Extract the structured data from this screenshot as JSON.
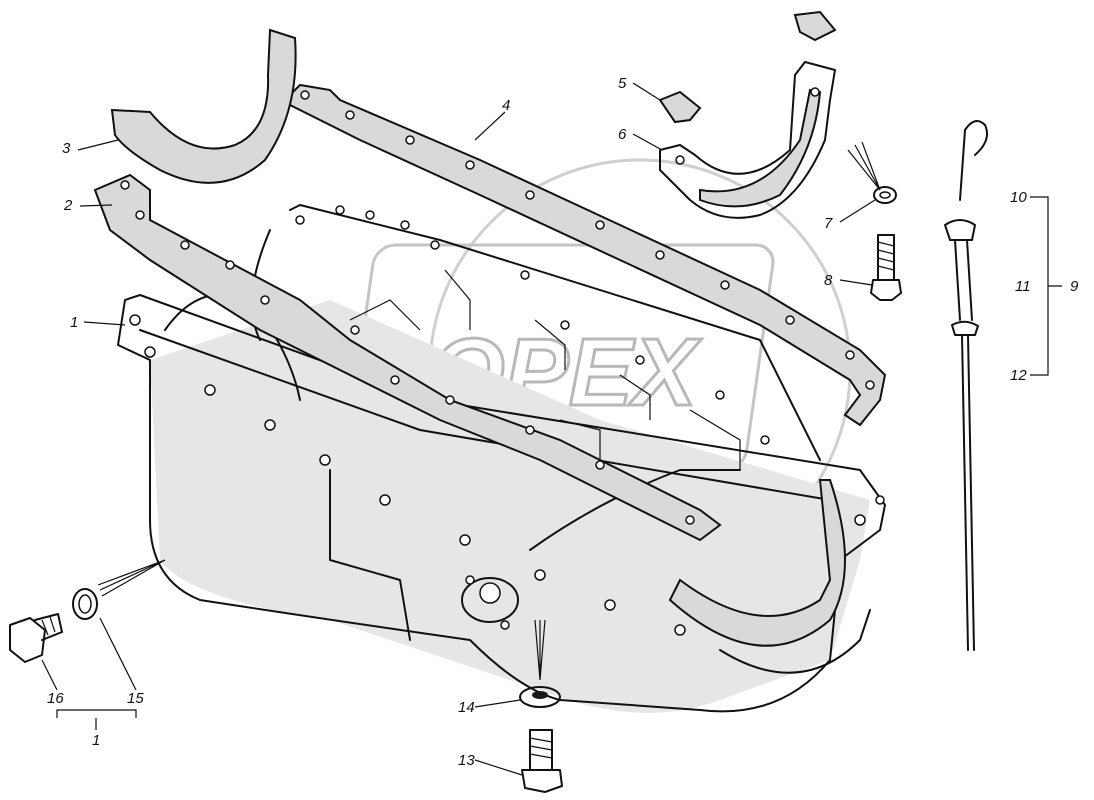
{
  "watermark": "OPEX",
  "callouts": [
    {
      "id": "1",
      "text": "1"
    },
    {
      "id": "2",
      "text": "2"
    },
    {
      "id": "3",
      "text": "3"
    },
    {
      "id": "4",
      "text": "4"
    },
    {
      "id": "5",
      "text": "5"
    },
    {
      "id": "6",
      "text": "6"
    },
    {
      "id": "7",
      "text": "7"
    },
    {
      "id": "8",
      "text": "8"
    },
    {
      "id": "9",
      "text": "9"
    },
    {
      "id": "10",
      "text": "10"
    },
    {
      "id": "11",
      "text": "11"
    },
    {
      "id": "12",
      "text": "12"
    },
    {
      "id": "13",
      "text": "13"
    },
    {
      "id": "14",
      "text": "14"
    },
    {
      "id": "15",
      "text": "15"
    },
    {
      "id": "16",
      "text": "16"
    },
    {
      "id": "1b",
      "text": "1"
    }
  ],
  "colors": {
    "ink": "#111111",
    "gasket": "#d9d9d9",
    "watermark": "#b8b8b8"
  }
}
